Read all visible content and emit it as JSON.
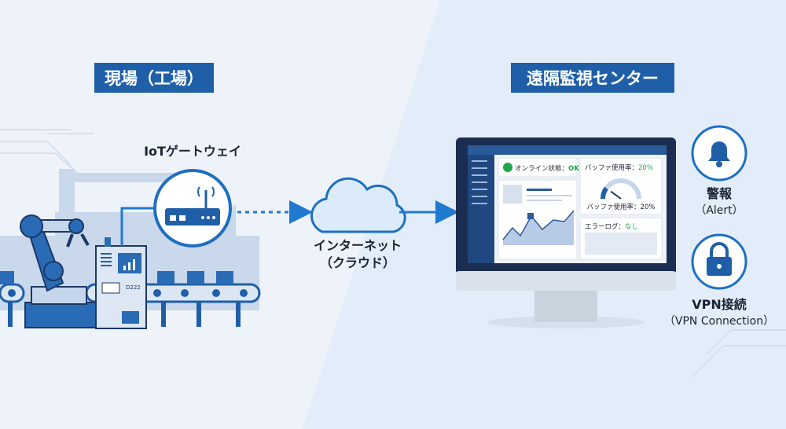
{
  "left_title": "現場（工場）",
  "right_title": "遠隔監視センター",
  "gateway_label": "IoTゲートウェイ",
  "cloud_label": "インターネット",
  "cloud_sub": "（クラウド）",
  "dashboard": {
    "status_label": "オンライン状態：",
    "status_value": "OK",
    "buffer_label": "バッファ使用率：",
    "buffer_value": "20%",
    "gauge_caption": "バッファ使用率：20%",
    "buffer_fraction": 0.2,
    "error_label": "エラーログ：",
    "error_value": "なし"
  },
  "machine_display": "D222",
  "alert_label": "警報",
  "alert_sub": "（Alert）",
  "vpn_label": "VPN接続",
  "vpn_sub": "（VPN Connection）",
  "colors": {
    "brand": "#1f5fa8",
    "ok": "#1fa64a",
    "navy": "#1b3766"
  }
}
